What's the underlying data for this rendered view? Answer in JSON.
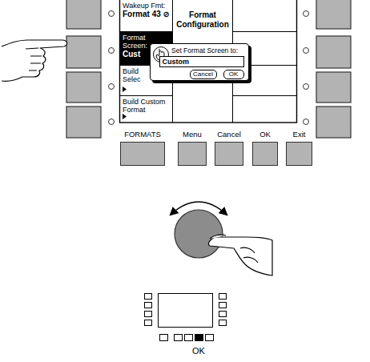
{
  "diagram": {
    "nodes": [
      {
        "text": [
          "Format Configuration"
        ]
      },
      {
        "text": [
          "Wakeup Fmt:",
          "Format 43 ⊘"
        ],
        "in": 0
      },
      {
        "text": [
          "Format Screen:",
          "Cust"
        ],
        "in": 0
      },
      {
        "text": [
          "Build Selec"
        ],
        "in": 0
      },
      {
        "text": [
          "Build Custom Format"
        ],
        "in": 0
      },
      {
        "text": [
          "Set Format Screen to:"
        ],
        "in": 0
      },
      {
        "text": [
          "Custom"
        ],
        "in": 5
      },
      {
        "text": [
          "Cancel"
        ],
        "in": 5
      },
      {
        "text": [
          "OK"
        ],
        "in": 5
      },
      {
        "text": [
          "FORMATS"
        ]
      },
      {
        "text": [
          "Menu"
        ]
      },
      {
        "text": [
          "Cancel"
        ]
      },
      {
        "text": [
          "OK"
        ]
      },
      {
        "text": [
          "Exit"
        ]
      }
    ],
    "edges": [],
    "labels": [
      "OK"
    ]
  }
}
